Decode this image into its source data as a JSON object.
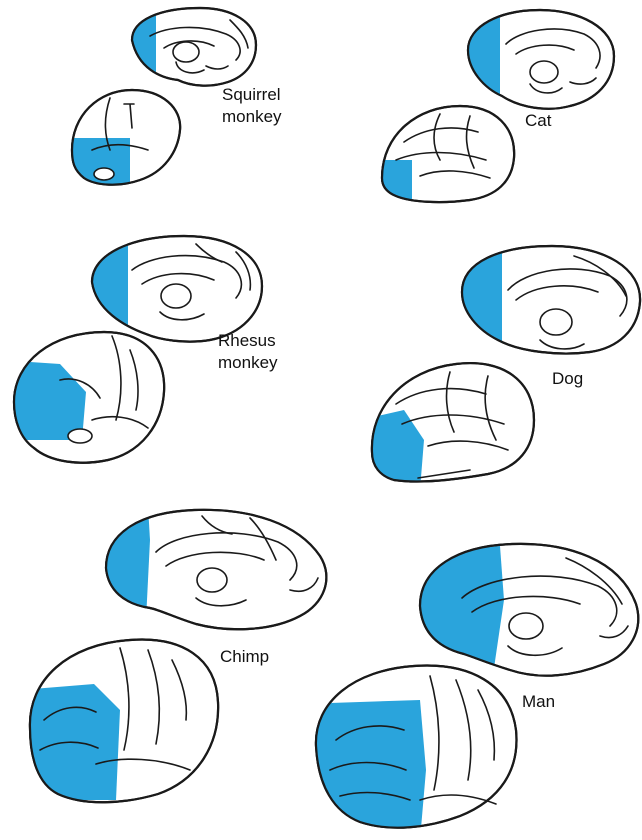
{
  "highlight_color": "#2aa4dc",
  "outline_color": "#1a1a1a",
  "labels": {
    "squirrel_monkey": "Squirrel\nmonkey",
    "cat": "Cat",
    "rhesus_monkey": "Rhesus\nmonkey",
    "dog": "Dog",
    "chimp": "Chimp",
    "man": "Man"
  }
}
